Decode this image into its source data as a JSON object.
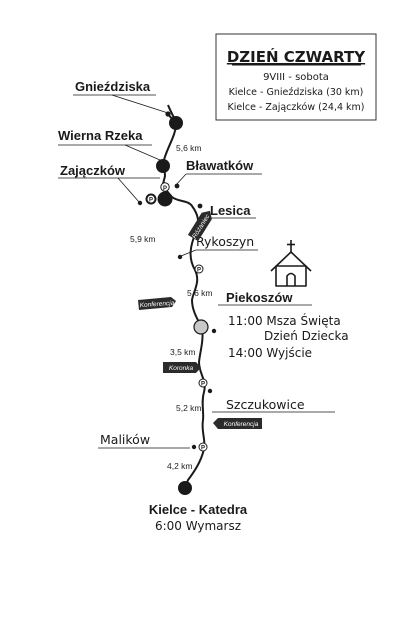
{
  "info_box": {
    "title": "DZIEŃ CZWARTY",
    "date": "9VIII - sobota",
    "route_long": "Kielce - Gnieździska (30 km)",
    "route_short": "Kielce - Zajączków (24,4 km)"
  },
  "places": {
    "gniezdziska": "Gnieździska",
    "wierna_rzeka": "Wierna Rzeka",
    "zajaczkow": "Zajączków",
    "blawatkow": "Bławatków",
    "lesica": "Lesica",
    "rykoszyn": "Rykoszyn",
    "piekoszow": "Piekoszów",
    "szczukowice": "Szczukowice",
    "malikow": "Malików",
    "kielce": "Kielce - Katedra"
  },
  "schedule": {
    "mass_time": "11:00 Msza Święta",
    "mass_name": "Dzień Dziecka",
    "departure_piekoszow": "14:00 Wyjście",
    "start": "6:00 Wymarsz"
  },
  "distances": {
    "gniezdziska_wierna": "5,6 km",
    "lesica_rykoszyn": "5,9 km",
    "rykoszyn_piekoszow": "5,6 km",
    "piekoszow_szczukowice": "3,5 km",
    "szczukowice_malikow": "5,2 km",
    "malikow_kielce": "4,2 km"
  },
  "badges": {
    "rozaniec": "Różaniec",
    "konferencja_1": "Konferencja",
    "koronka": "Koronka",
    "konferencja_2": "Konferencja"
  },
  "stop_marker": "P",
  "icons": {
    "church": "church-icon"
  },
  "colors": {
    "route": "#1a1a1a",
    "badge": "#2b2b2b",
    "stop_fill": "#c8c8c8"
  }
}
